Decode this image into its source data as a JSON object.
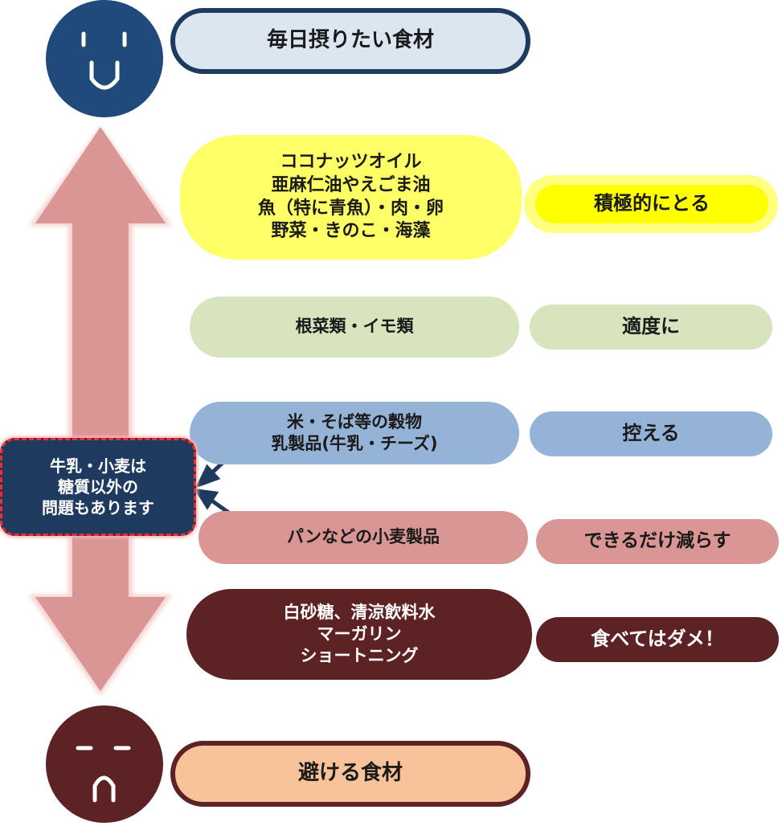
{
  "header_top": "毎日摂りたい食材",
  "header_bottom": "避ける食材",
  "categories": [
    {
      "food": "ココナッツオイル\n亜麻仁油やえごま油\n魚（特に青魚）・肉・卵\n野菜・きのこ・海藻",
      "action": "積極的にとる",
      "color": "#ffff66"
    },
    {
      "food": "根菜類・イモ類",
      "action": "適度に",
      "color": "#d7e4bd"
    },
    {
      "food": "米・そば等の穀物\n乳製品(牛乳・チーズ)",
      "action": "控える",
      "color": "#95b3d7"
    },
    {
      "food": "パンなどの小麦製品",
      "action": "できるだけ減らす",
      "color": "#da9694"
    },
    {
      "food": "白砂糖、清涼飲料水\nマーガリン\nショートニング",
      "action": "食べてはダメ！",
      "color": "#5c2224"
    }
  ],
  "note": "牛乳・小麦は\n糖質以外の\n問題もあります",
  "colors": {
    "arrow": "#da9694",
    "face_good": "#1f4a7a",
    "face_bad": "#5c2224",
    "note_border": "#ff2a2a"
  }
}
